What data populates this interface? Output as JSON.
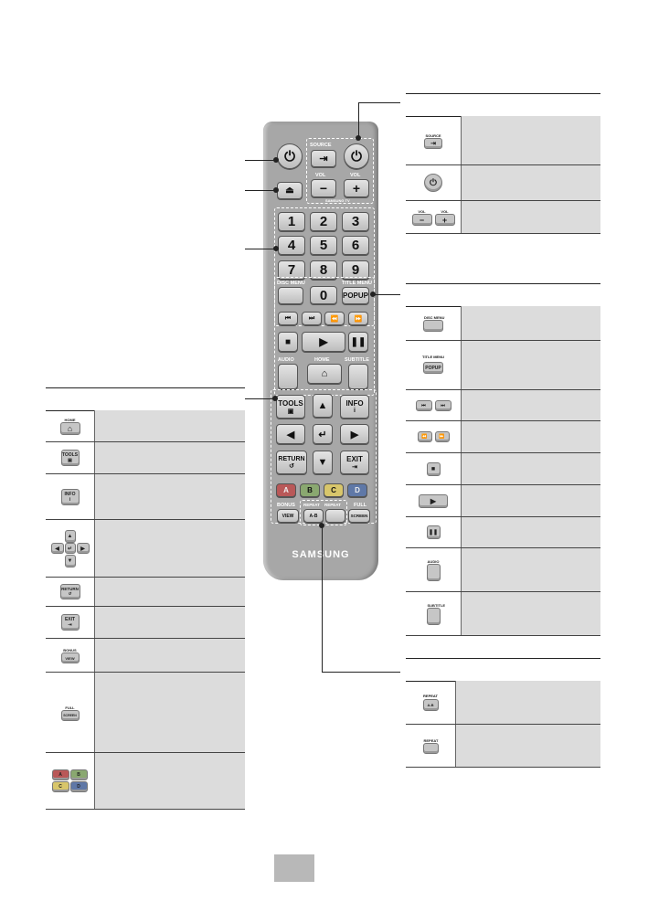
{
  "remote": {
    "source_label": "SOURCE",
    "vol_left_label": "VOL",
    "vol_right_label": "VOL",
    "samsung_tv_label": "SAMSUNG TV",
    "numbers": [
      "1",
      "2",
      "3",
      "4",
      "5",
      "6",
      "7",
      "8",
      "9",
      "0"
    ],
    "disc_menu_label": "DISC MENU",
    "title_menu_label": "TITLE MENU",
    "popup_label": "POPUP",
    "audio_label": "AUDIO",
    "home_label": "HOME",
    "subtitle_label": "SUBTITLE",
    "tools_label": "TOOLS",
    "info_label": "INFO",
    "return_label": "RETURN",
    "exit_label": "EXIT",
    "color_keys": [
      "A",
      "B",
      "C",
      "D"
    ],
    "bonus_label": "BONUS",
    "view_label": "VIEW",
    "repeat_label": "REPEAT",
    "repeat2_label": "REPEAT",
    "ab_label": "A-B",
    "full_label": "FULL",
    "screen_label": "SCREEN",
    "brand": "SAMSUNG"
  },
  "icons": {
    "home_small": "HOME",
    "tools_small": "TOOLS",
    "info_small": "INFO",
    "return_small": "RETURN",
    "exit_small": "EXIT",
    "bonus_small": "BONUS",
    "view_small": "VIEW",
    "full_small": "FULL",
    "screen_small": "SCREEN",
    "source_small": "SOURCE",
    "vol_small_l": "VOL",
    "vol_small_r": "VOL",
    "disc_menu_small": "DISC MENU",
    "title_menu_small": "TITLE MENU",
    "popup_small": "POPUP",
    "audio_small": "AUDIO",
    "subtitle_small": "SUBTITLE",
    "repeat_ab_small": "REPEAT",
    "ab_small": "A-B",
    "repeat_small": "REPEAT",
    "colors": [
      "A",
      "B",
      "C",
      "D"
    ]
  },
  "colors": {
    "remote_body": "#a7a7a7",
    "table_desc_bg": "#dcdcdc",
    "color_key_a": "#c84a4a",
    "color_key_b": "#8fb46a",
    "color_key_c": "#e3d06a",
    "color_key_d": "#5d79b8"
  }
}
